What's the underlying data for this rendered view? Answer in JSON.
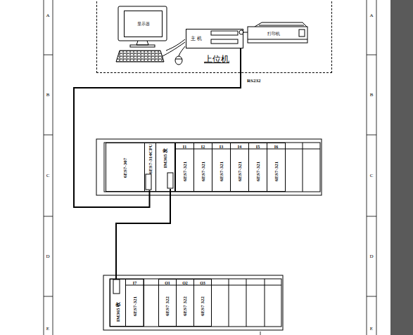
{
  "diagram": {
    "nodes": [
      {
        "text": [
          "上位机"
        ]
      },
      {
        "text": [
          "显示器"
        ],
        "in": 0
      },
      {
        "text": [
          "主 机"
        ],
        "in": 0
      },
      {
        "text": [
          "打印机"
        ],
        "in": 0
      },
      {
        "text": [
          "6ES7-307"
        ]
      },
      {
        "text": [
          "6ES7-314CPU"
        ]
      },
      {
        "text": [
          "IM365 发"
        ]
      },
      {
        "text": [
          "I1",
          "6ES7-321"
        ]
      },
      {
        "text": [
          "I2",
          "6ES7-321"
        ]
      },
      {
        "text": [
          "I3",
          "6ES7-321"
        ]
      },
      {
        "text": [
          "I4",
          "6ES7-321"
        ]
      },
      {
        "text": [
          "I5",
          "6ES7-321"
        ]
      },
      {
        "text": [
          "I6",
          "6ES7-321"
        ]
      },
      {
        "text": [
          "IM365 收"
        ]
      },
      {
        "text": [
          "I7",
          "6ES7-321"
        ]
      },
      {
        "text": [
          "O1",
          "6ES7 322"
        ]
      },
      {
        "text": [
          "O2",
          "6ES7 322"
        ]
      },
      {
        "text": [
          "O3",
          "6ES7 322"
        ]
      }
    ],
    "edges": [
      {
        "from": 2,
        "to": 5,
        "arrow": "none",
        "label": "RS232"
      },
      {
        "from": 6,
        "to": 13,
        "arrow": "none"
      }
    ],
    "labels": [
      "A",
      "B",
      "C",
      "D",
      "E",
      "A",
      "B",
      "C",
      "D",
      "E"
    ]
  }
}
